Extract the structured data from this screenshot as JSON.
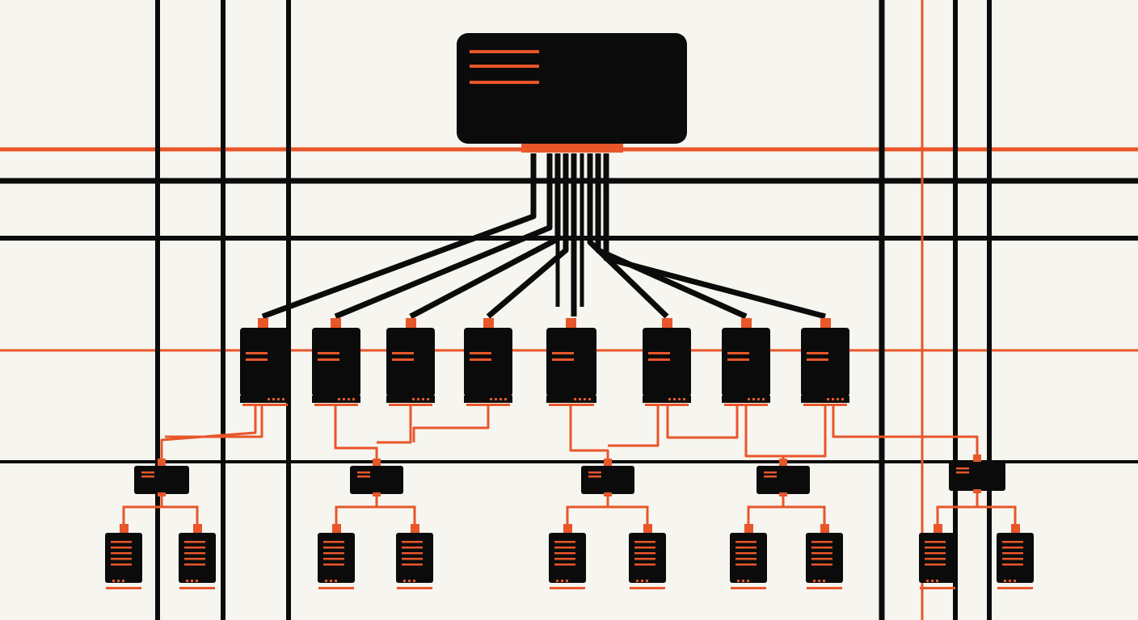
{
  "colors": {
    "background": "#f6f5ef",
    "ink": "#0b0b0b",
    "accent": "#e8562a"
  },
  "icons": {
    "hub": "central-hub-server-icon",
    "server": "tower-server-icon",
    "switch": "network-switch-icon",
    "client": "client-server-icon"
  },
  "hierarchy": {
    "hub_count": 1,
    "servers": [
      {
        "id": "s1",
        "switch": "w1"
      },
      {
        "id": "s2",
        "switch": "w2"
      },
      {
        "id": "s3",
        "switch": "w2"
      },
      {
        "id": "s4",
        "switch": "w2"
      },
      {
        "id": "s5",
        "switch": "w3"
      },
      {
        "id": "s6",
        "switch": "w3"
      },
      {
        "id": "s7",
        "switch": "w4"
      },
      {
        "id": "s8",
        "switch": "w5"
      }
    ],
    "switches": [
      "w1",
      "w2",
      "w3",
      "w4",
      "w5"
    ],
    "clients_per_switch": 2
  }
}
